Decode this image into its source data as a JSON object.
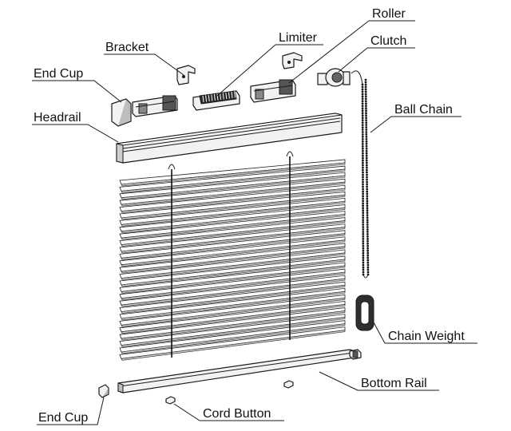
{
  "labels": {
    "roller": "Roller",
    "limiter": "Limiter",
    "bracket": "Bracket",
    "clutch": "Clutch",
    "end_cup_top": "End Cup",
    "ball_chain": "Ball Chain",
    "headrail": "Headrail",
    "chain_weight": "Chain Weight",
    "bottom_rail": "Bottom Rail",
    "end_cup_bottom": "End Cup",
    "cord_button": "Cord Button"
  },
  "colors": {
    "line": "#1a1a1a",
    "part_fill": "#f2f2f2",
    "shade_fill": "#d0d0d0",
    "background": "#ffffff"
  }
}
